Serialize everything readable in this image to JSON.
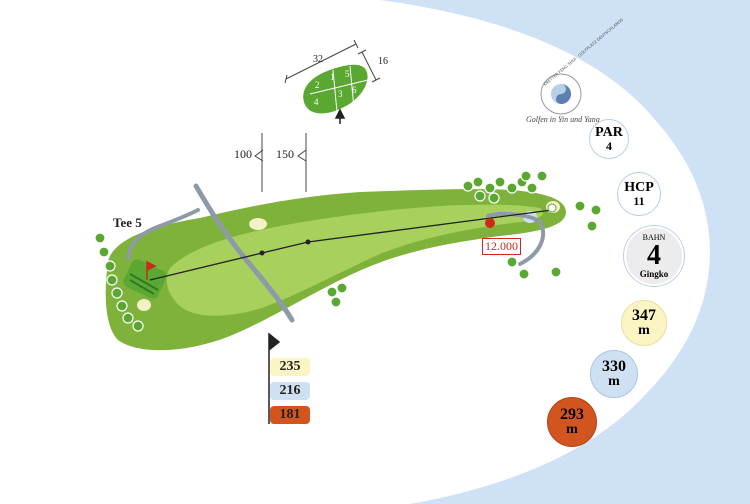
{
  "hole_labels": {
    "tee": "Tee 5",
    "dist_near": "100",
    "dist_far": "150",
    "hazard": "12.000"
  },
  "green_detail": {
    "width": "32",
    "depth": "16",
    "zones": [
      "1",
      "2",
      "3",
      "4",
      "5",
      "6"
    ]
  },
  "tee_distances": [
    {
      "value": "235",
      "color": "#fbf5c4"
    },
    {
      "value": "216",
      "color": "#cfe0f3"
    },
    {
      "value": "181",
      "color": "#d2551f"
    }
  ],
  "logo": {
    "ring_text": "KRETTER FENG SHUI · GOLFPLATZ DEUTSCHLANDS",
    "tagline": "Golfen in Yin und Yang"
  },
  "info": {
    "par_label": "PAR",
    "par_value": "4",
    "hcp_label": "HCP",
    "hcp_value": "11",
    "bahn_label": "BAHN",
    "bahn_value": "4",
    "bahn_name": "Gingko"
  },
  "lengths": [
    {
      "value": "347",
      "unit": "m",
      "color": "#fbf5c4",
      "text_color": "#222222"
    },
    {
      "value": "330",
      "unit": "m",
      "color": "#cfe0f3",
      "text_color": "#222222"
    },
    {
      "value": "293",
      "unit": "m",
      "color": "#d2551f",
      "text_color": "#222222"
    }
  ],
  "colors": {
    "background_water": "#cfe2f5",
    "rough": "#7fb23a",
    "fairway": "#a7d05c",
    "green": "#5aa832",
    "sand": "#f4f1c8",
    "path": "#8f9aa8",
    "accent_red": "#cc2a1a"
  }
}
